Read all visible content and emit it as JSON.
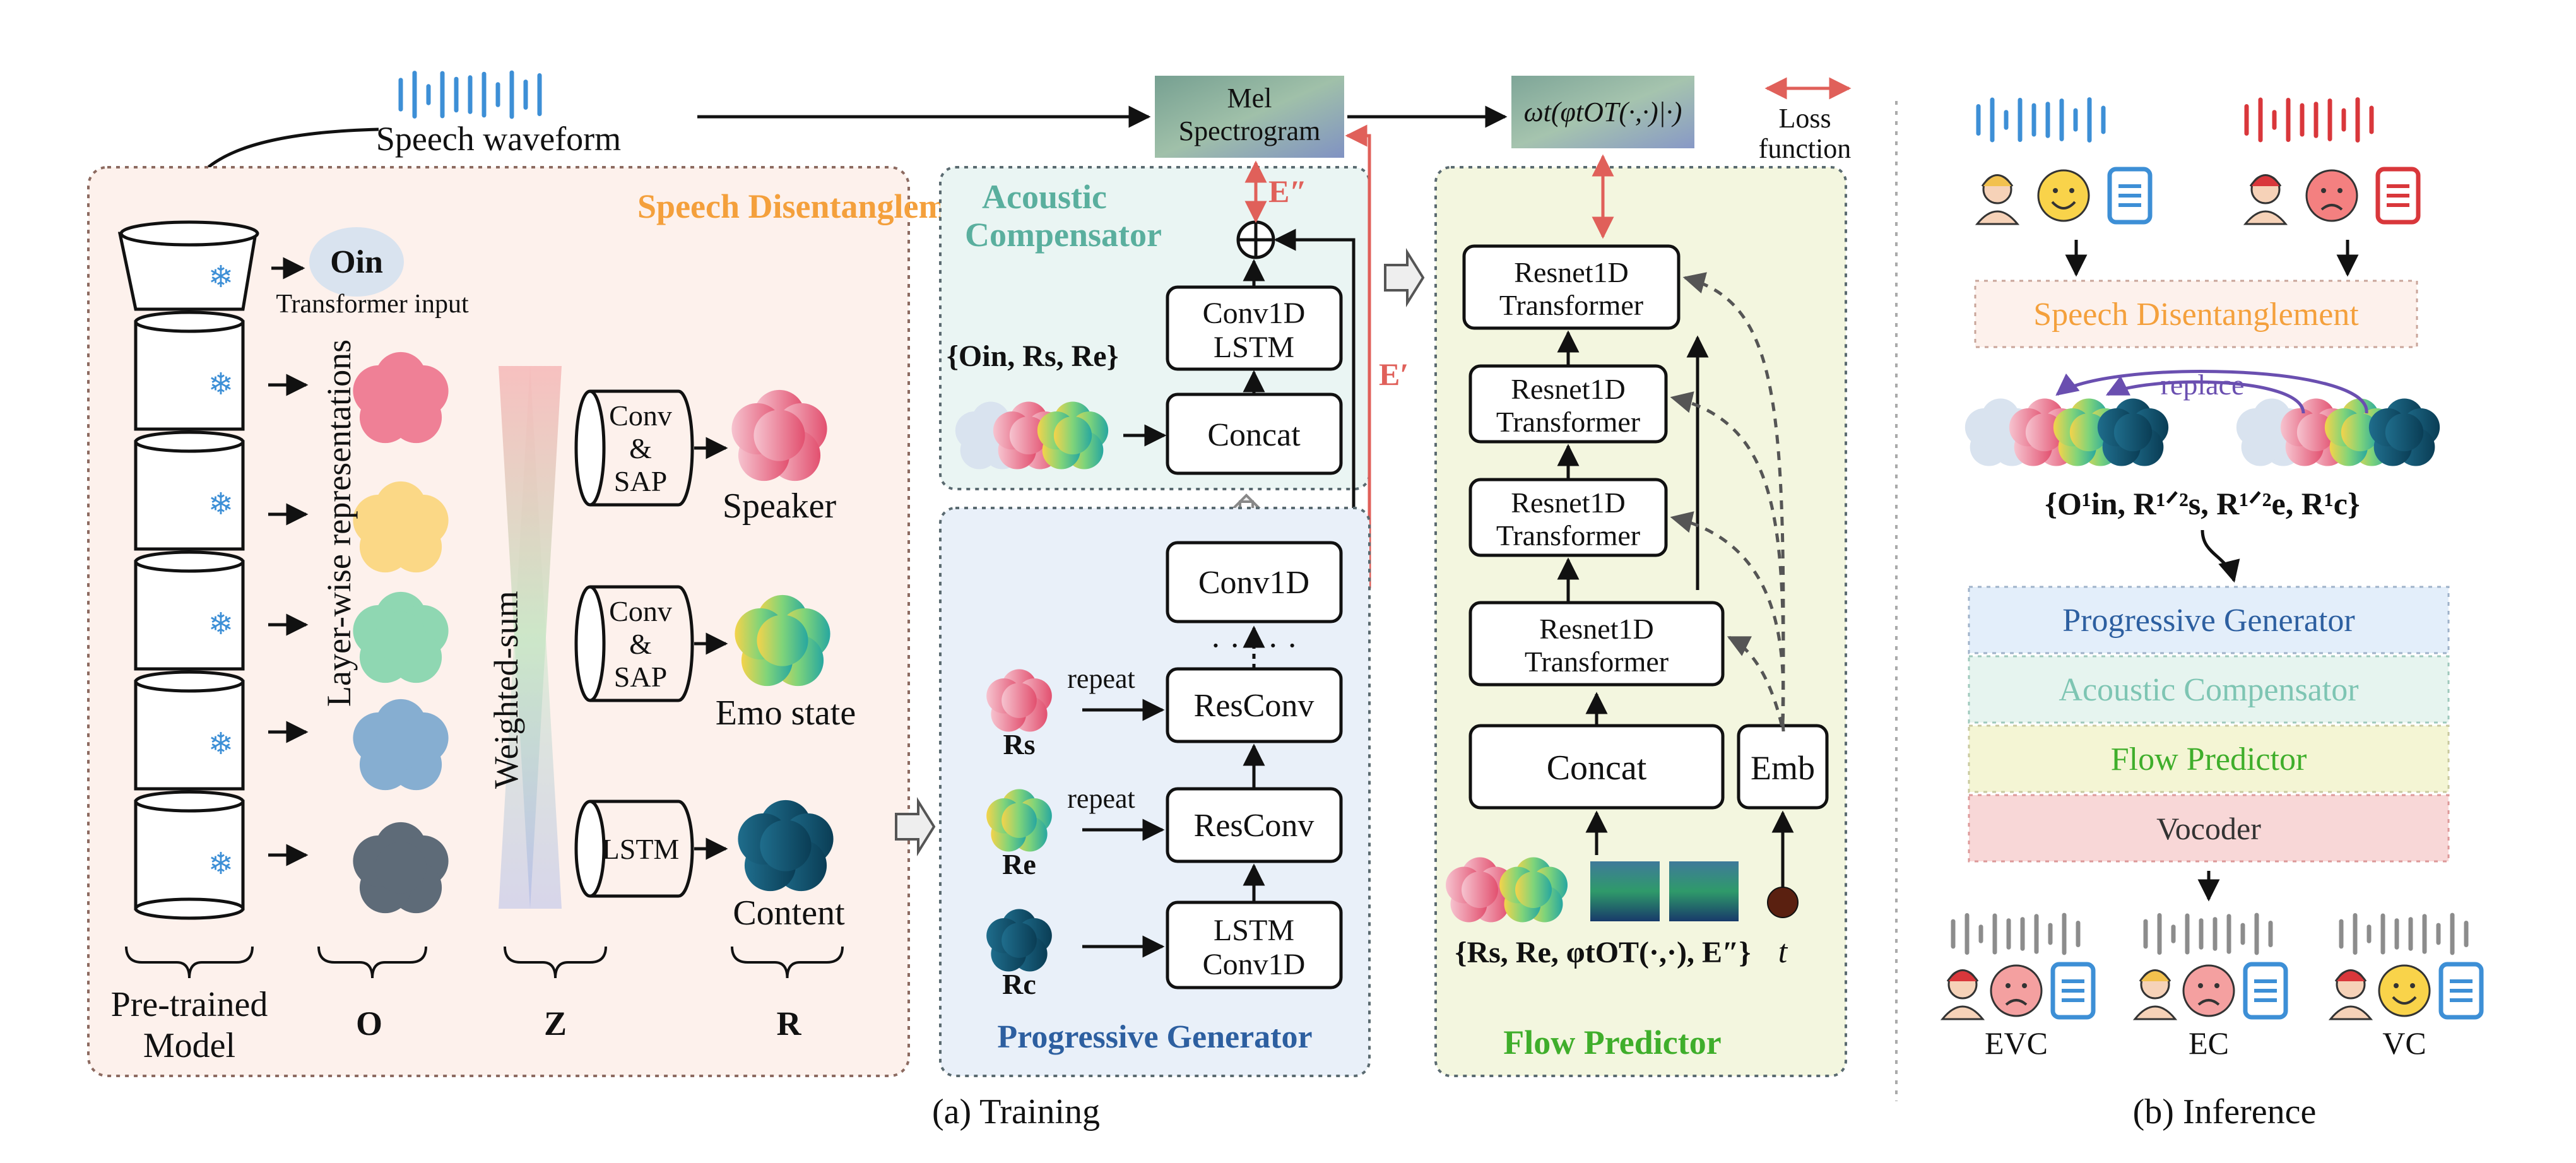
{
  "top": {
    "waveform_label": "Speech waveform",
    "mel_label_line1": "Mel",
    "mel_label_line2": "Spectrogram",
    "omega_label": "ωt(φtOT(·,·)|·)",
    "loss_line1": "Loss",
    "loss_line2": "function"
  },
  "disentangle": {
    "title": "Speech Disentanglement",
    "o_in_label": "Oin",
    "transformer_input": "Transformer input",
    "layerwise_label": "Layer-wise representations",
    "weighted_sum_label": "Weighted-sum",
    "conv_sap_1_l1": "Conv",
    "conv_sap_1_l2": "&",
    "conv_sap_1_l3": "SAP",
    "conv_sap_2_l1": "Conv",
    "conv_sap_2_l2": "&",
    "conv_sap_2_l3": "SAP",
    "lstm_label": "LSTM",
    "speaker_label": "Speaker",
    "emo_label": "Emo state",
    "content_label": "Content",
    "pretrained_l1": "Pre-trained",
    "pretrained_l2": "Model",
    "o_label": "O",
    "z_label": "Z",
    "r_label": "R"
  },
  "acoustic": {
    "title_l1": "Acoustic",
    "title_l2": "Compensator",
    "set_label": "{Oin, Rs, Re}",
    "conv_lstm_l1": "Conv1D",
    "conv_lstm_l2": "LSTM",
    "concat_label": "Concat",
    "e_double_prime": "E″",
    "e_prime": "E′"
  },
  "progressive": {
    "title": "Progressive Generator",
    "conv1d_label": "Conv1D",
    "resconv1_label": "ResConv",
    "resconv2_label": "ResConv",
    "lstm_conv_l1": "LSTM",
    "lstm_conv_l2": "Conv1D",
    "repeat1": "repeat",
    "repeat2": "repeat",
    "rs_label": "Rs",
    "re_label": "Re",
    "rc_label": "Rc",
    "dots": "· · · · ·"
  },
  "flow": {
    "title": "Flow Predictor",
    "block_l1": "Resnet1D",
    "block_l2": "Transformer",
    "concat_label": "Concat",
    "emb_label": "Emb",
    "inputs_label": "{Rs, Re, φtOT(·,·), E″}",
    "t_label": "t"
  },
  "captions": {
    "training": "(a) Training",
    "inference": "(b) Inference"
  },
  "inference": {
    "speech_disentanglement": "Speech Disentanglement",
    "replace_label": "replace",
    "set_label": "{O¹in, R¹ᐟ²s, R¹ᐟ²e, R¹c}",
    "progressive_generator": "Progressive Generator",
    "acoustic_compensator": "Acoustic Compensator",
    "flow_predictor": "Flow Predictor",
    "vocoder": "Vocoder",
    "out_evc": "EVC",
    "out_ec": "EC",
    "out_vc": "VC"
  },
  "colors": {
    "orange_title": "#f4a03c",
    "teal_title": "#5aaf9e",
    "blue_title": "#2d5fa0",
    "green_title": "#3fae2b",
    "red_arrow": "#e0605a",
    "wave_blue": "#3d8fd6",
    "wave_red": "#d9373b",
    "wave_gray": "#8c8c8c"
  }
}
